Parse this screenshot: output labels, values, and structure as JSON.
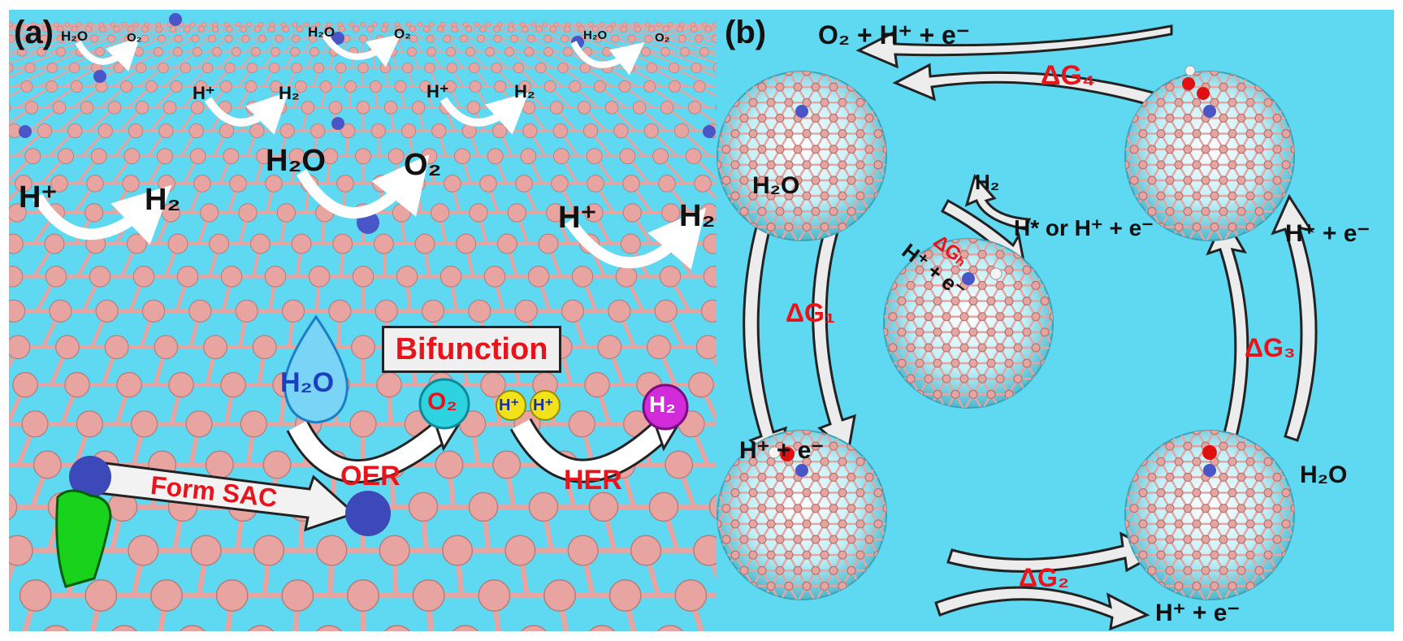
{
  "panel_a": {
    "letter": "(a)",
    "bifunction": "Bifunction",
    "form_sac": "Form SAC",
    "oer": "OER",
    "her": "HER",
    "h2o_drop": "H₂O",
    "o2_ball": "O₂",
    "h_ball": "H⁺",
    "h2_ball": "H₂",
    "far_h2o": "H₂O",
    "far_o2": "O₂",
    "far_hplus": "H⁺",
    "far_h2": "H₂",
    "mid_h2o": "H₂O",
    "mid_o2": "O₂",
    "mid_hplus": "H⁺",
    "mid_h2": "H₂"
  },
  "panel_b": {
    "letter": "(b)",
    "top_product": "O₂ + H⁺ + e⁻",
    "dg4": "ΔG₄",
    "dg1": "ΔG₁",
    "dg2": "ΔG₂",
    "dg3": "ΔG₃",
    "dgh": "ΔGₕ",
    "left_in": "H₂O",
    "left_out": "H⁺ + e⁻",
    "right_in": "H₂O",
    "right_out": "H⁺ + e⁻",
    "bottom_out": "H⁺ + e⁻",
    "her_h2": "H₂",
    "her_source": "H* or H⁺ + e⁻",
    "her_in": "H⁺ + e⁻"
  },
  "colors": {
    "background": "#5fd8f2",
    "carbon": "#e8a4a0",
    "metal": "#4a55c8",
    "label_red": "#e8141c",
    "arrow_fill": "#eeeeee"
  }
}
